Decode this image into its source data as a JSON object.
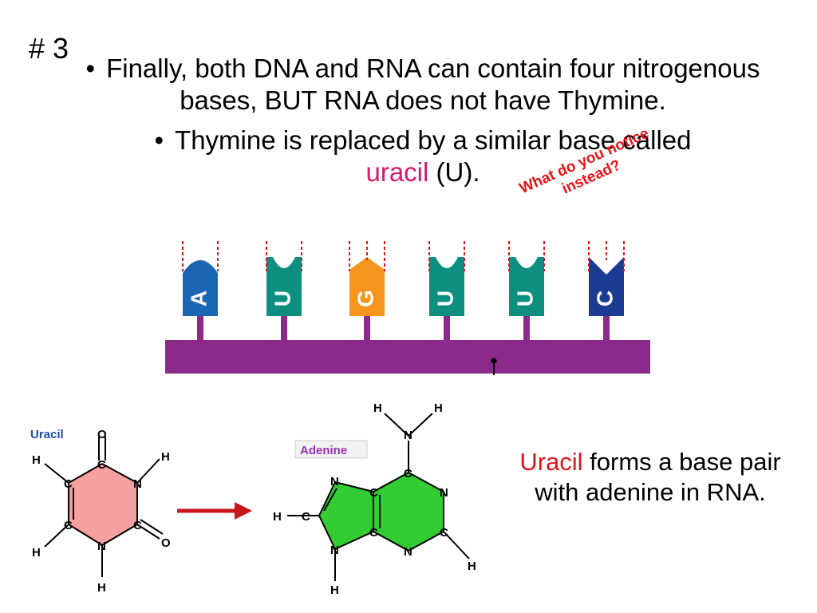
{
  "slide_number": "# 3",
  "bullets": {
    "one": "Finally, both DNA and RNA can contain four nitrogenous bases, BUT  RNA does not have Thymine.",
    "two_before": "Thymine is replaced by a similar base called",
    "two_uracil": "uracil",
    "two_after": "(U)."
  },
  "note": {
    "line1": "What do you notice",
    "line2": "instead?"
  },
  "rna_bases": [
    "A",
    "U",
    "G",
    "U",
    "U",
    "C"
  ],
  "colors": {
    "A": "#1a66b3",
    "U": "#0d8f80",
    "G": "#f5951e",
    "C": "#1c3c94",
    "backbone": "#8c2a8c",
    "accent": "#e0141b"
  },
  "uracil": {
    "title": "Uracil",
    "atoms": {
      "O": "O",
      "C": "C",
      "N": "N",
      "H": "H"
    }
  },
  "adenine": {
    "title": "Adenine",
    "atoms": {
      "N": "N",
      "C": "C",
      "H": "H"
    }
  },
  "caption": {
    "uracil": "Uracil",
    "rest": "forms a base pair with adenine in RNA."
  }
}
